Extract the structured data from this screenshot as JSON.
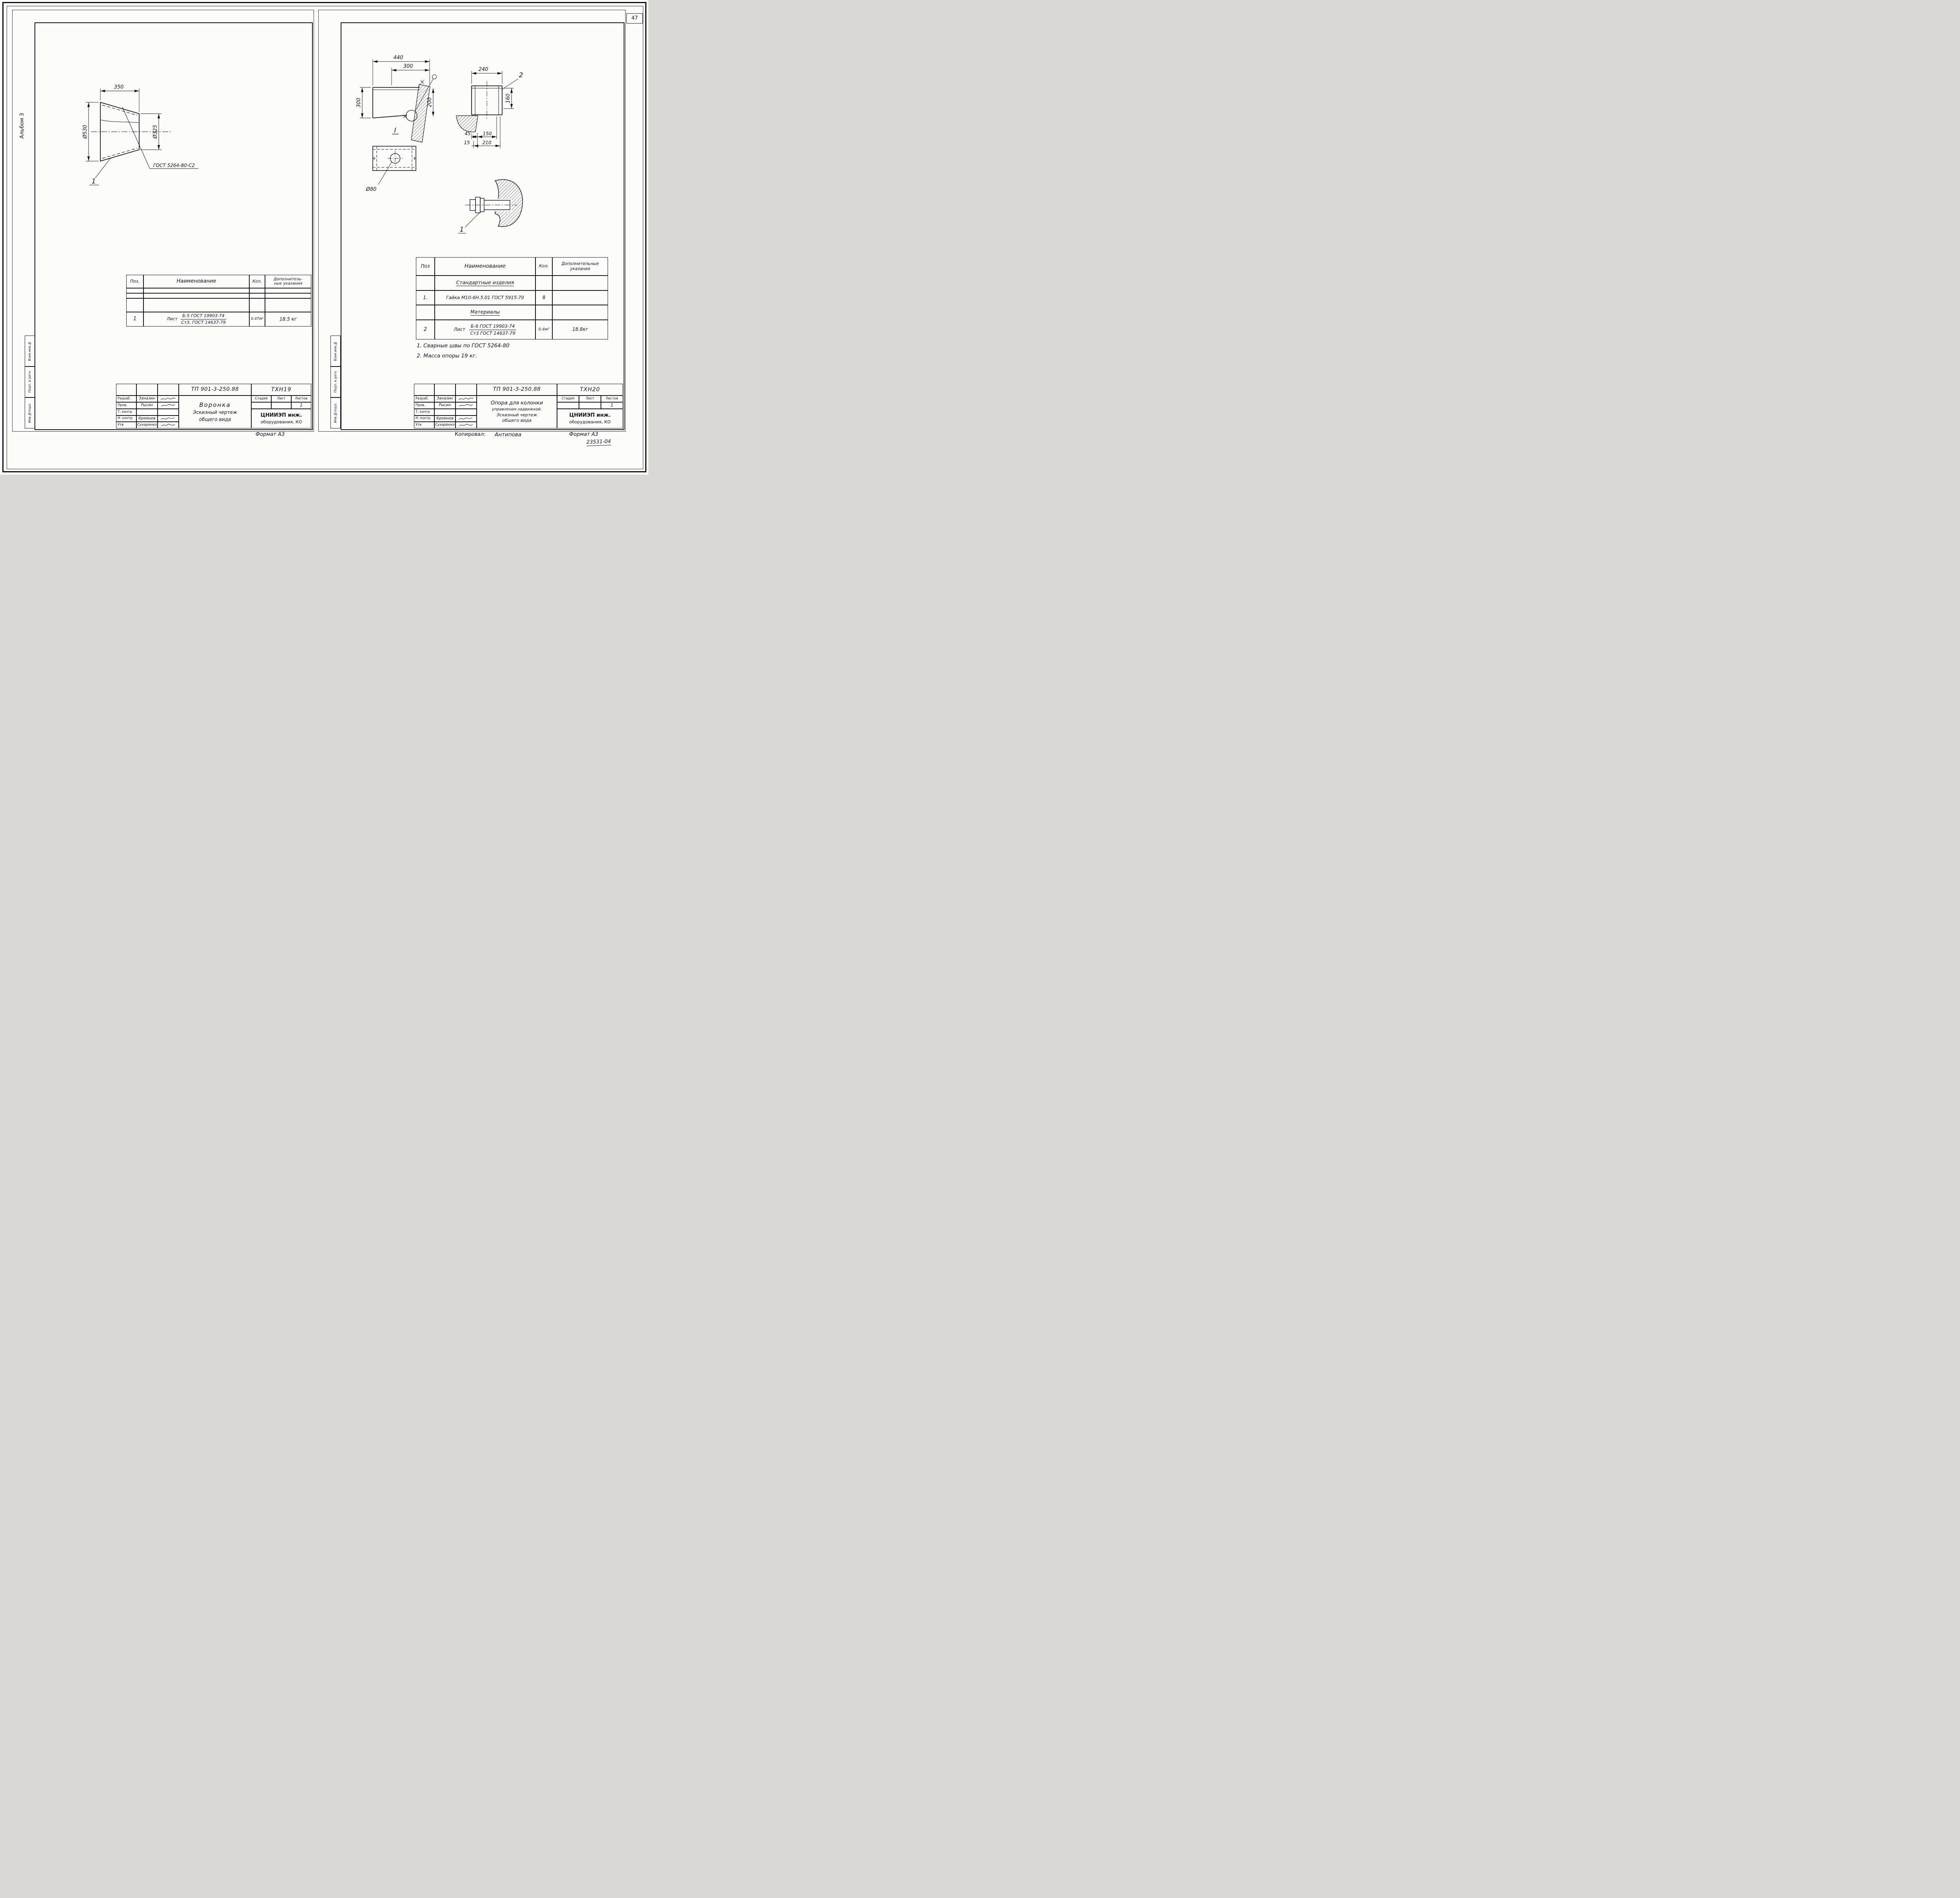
{
  "page": {
    "page_number": "47",
    "kopiroval_label": "Копировал:",
    "kopiroval_name": "Антипова",
    "format_label_left": "Формат А3",
    "format_label_right": "Формат А3",
    "doc_stamp": "23531-04"
  },
  "left": {
    "album_label": "Альбом 3",
    "margin_boxes": {
      "box1": "Взам.инв.№",
      "box2": "Подп. и дата",
      "box3": "Инв.№подл."
    },
    "drawing": {
      "dim_top": "350",
      "dim_left": "Ø530",
      "dim_right": "Ø325",
      "balloon_1": "1",
      "weld_label": "ГОСТ 5264-80-С2"
    },
    "table": {
      "h_pos": "Поз.",
      "h_name": "Наименование",
      "h_qty": "Кол.",
      "h_notes_1": "Дополнитель-",
      "h_notes_2": "ные указания",
      "r1_pos": "1",
      "r1_word": "Лист",
      "r1_top": "Б-5 ГОСТ 19903-74",
      "r1_bot": "Ст3. ГОСТ 14637-79",
      "r1_qty": "0.47м²",
      "r1_notes": "18.5 кг"
    },
    "stamp": {
      "doc_code": "ТП 901-3-250.88",
      "sheet_code": "ТХН19",
      "role1": "Разраб.",
      "name1": "Заназин",
      "role2": "Пров.",
      "name2": "Рысин",
      "role3": "Т. контр",
      "name3": "",
      "role4": "Н. контр",
      "name4": "Кремнев",
      "role5": "Утв",
      "name5": "Сухаренко",
      "title1": "Воронка",
      "title2": "Эскизный чертеж",
      "title3": "общего вида",
      "h_stage": "Стадия",
      "h_sheet": "Лист",
      "h_sheets": "Листов",
      "sheets_value": "1",
      "org1": "ЦНИИЭП инж.",
      "org2": "оборудования, КО"
    }
  },
  "right": {
    "margin_boxes": {
      "box1": "Взам.инв.№",
      "box2": "Подп. и дата",
      "box3": "Инв.№подл."
    },
    "drawing": {
      "dim_440": "440",
      "dim_300_top": "300",
      "dim_300_left": "300",
      "dim_200": "200",
      "dim_240": "240",
      "dim_160": "160",
      "dim_45": "45",
      "dim_150": "150",
      "dim_15": "15",
      "dim_210": "210",
      "dim_d80": "Ø80",
      "balloon_1": "1",
      "balloon_2": "2",
      "view_mark": "I"
    },
    "table": {
      "h_pos": "Поз",
      "h_name": "Наименование",
      "h_qty": "Кол.",
      "h_notes_1": "Дополнительные",
      "h_notes_2": "указания",
      "sec1": "Стандартные изделия",
      "r1_pos": "1.",
      "r1_name": "Гайка М10-6Н.5.01  ГОСТ 5915-70",
      "r1_qty": "8",
      "sec2": "Материалы",
      "r2_pos": "2",
      "r2_word": "Лист",
      "r2_top": "Б-6 ГОСТ  19903-74",
      "r2_bot": "Ст3  ГОСТ 14637-79",
      "r2_qty": "0.4м²",
      "r2_notes": "18.8кг"
    },
    "notes": {
      "note1": "1. Сварные швы по  ГОСТ 5264-80",
      "note2": "2. Масса  опоры 19 кг."
    },
    "stamp": {
      "doc_code": "ТП 901-3-250.88",
      "sheet_code": "ТХН20",
      "role1": "Разраб.",
      "name1": "Заназин",
      "role2": "Пров.",
      "name2": "Рысин",
      "role3": "Т. контр",
      "name3": "",
      "role4": "Н. контр",
      "name4": "Кремнев",
      "role5": "Утв",
      "name5": "Сухаренко",
      "title1": "Опора для колонки",
      "title2": "управления задвижкой.",
      "title3": "Эскизный чертеж",
      "title4": "общего вида",
      "h_stage": "Стадия",
      "h_sheet": "Лист",
      "h_sheets": "Листов",
      "sheets_value": "1",
      "org1": "ЦНИИЭП инж.",
      "org2": "оборудования, КО"
    }
  }
}
